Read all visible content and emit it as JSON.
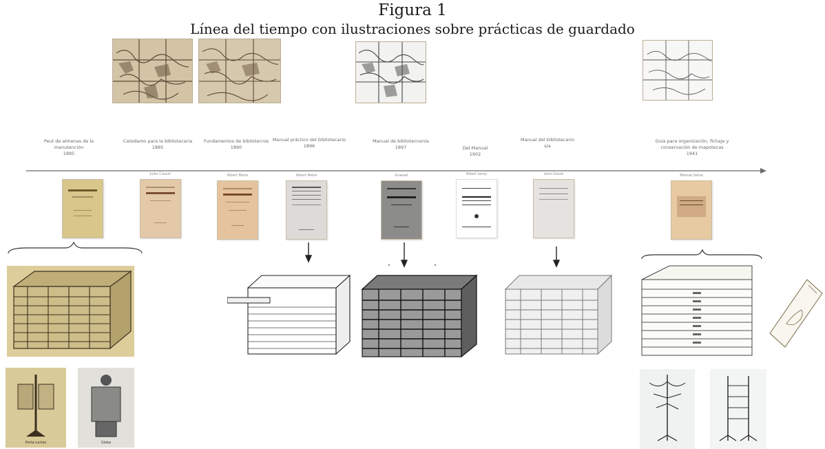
{
  "figure": {
    "number": "Figura 1",
    "caption": "Línea del tiempo con ilustraciones sobre prácticas de guardado"
  },
  "timeline": [
    {
      "title": "Peut de almenas de la manutención",
      "year": "1885",
      "author": ""
    },
    {
      "title": "Catedamo para la bibliotecaria",
      "year": "1885",
      "author": "Jules Cousin"
    },
    {
      "title": "Fundamentos de bibliotecnia",
      "year": "1890",
      "author": "Albert Maire"
    },
    {
      "title": "Manual práctico del bibliotecario",
      "year": "1896",
      "author": "Albert Maire"
    },
    {
      "title": "Manual de bibliotecnonía",
      "year": "1897",
      "author": "Graesel"
    },
    {
      "title": "Del Manual",
      "year": "1902",
      "author": "Albert Leroy"
    },
    {
      "title": "Manual del bibliotecario",
      "year": "s/a",
      "author": "Léon Gavet"
    },
    {
      "title": "Guía para organización, fichaje y conservación de mapotecas",
      "year": "1941",
      "author": "Manuel Selva"
    }
  ],
  "illustrations": [
    {
      "name": "Mueble-de-guardado-1885"
    },
    {
      "name": "Mueble-de-guardado-1896"
    },
    {
      "name": "Mueble-de-guardado-1897"
    },
    {
      "name": "Mueble-de-guardado-sa"
    },
    {
      "name": "Planera-1941"
    }
  ],
  "captions_small": {
    "stand_left": "Porte-cartes",
    "stand_right": "Globe"
  }
}
